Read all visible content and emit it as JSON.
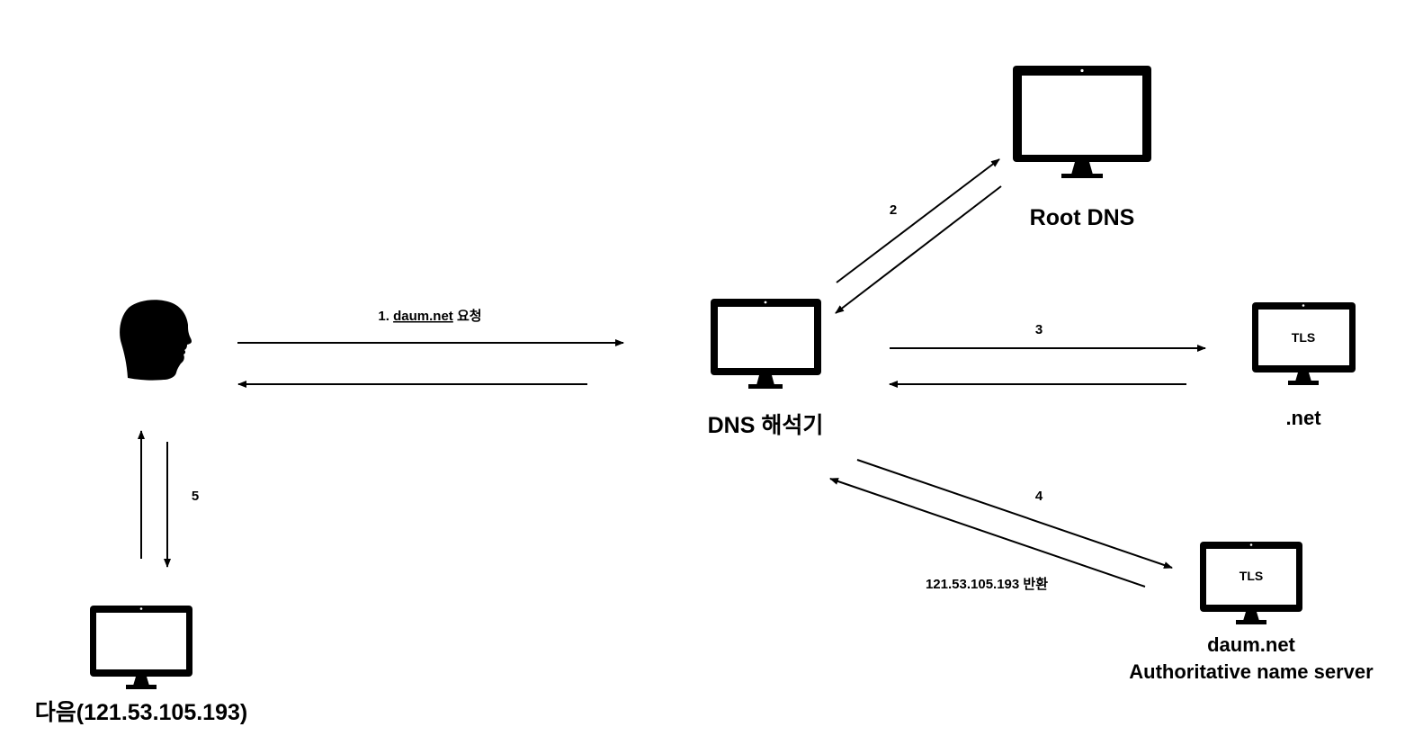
{
  "colors": {
    "stroke": "#000000",
    "background": "#ffffff",
    "screen": "#ffffff"
  },
  "nodes": {
    "root_dns": {
      "label": "Root DNS",
      "icon": "monitor-icon"
    },
    "resolver": {
      "label": "DNS 해석기",
      "icon": "monitor-icon"
    },
    "tld": {
      "label": ".net",
      "screen_text": "TLS",
      "icon": "monitor-icon"
    },
    "authoritative": {
      "label_line1": "daum.net",
      "label_line2": "Authoritative name server",
      "screen_text": "TLS",
      "icon": "monitor-icon"
    },
    "user": {
      "icon": "person-head-icon"
    },
    "daum": {
      "label": "다음(121.53.105.193)",
      "icon": "monitor-icon"
    }
  },
  "steps": {
    "step1_prefix": "1. ",
    "step1_domain": "daum.net",
    "step1_suffix": " 요청",
    "step2": "2",
    "step3": "3",
    "step4": "4",
    "step5": "5",
    "return_ip": "121.53.105.193 반환"
  }
}
